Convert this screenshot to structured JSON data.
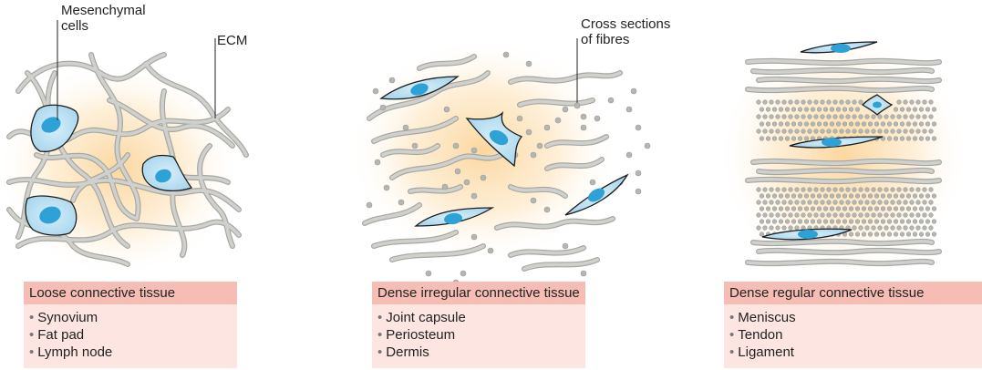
{
  "colors": {
    "fibre": "#c9cac6",
    "fibre_edge": "#9c9d98",
    "cell_fill": "#b8dff1",
    "cell_edge": "#1c1c1c",
    "nucleus": "#2ea1d6",
    "glow": "#fbd59a",
    "header_bg": "#f5bdb3",
    "list_bg": "#fde6e1"
  },
  "callouts": {
    "mesenchymal_cells": "Mesenchymal\ncells",
    "ecm": "ECM",
    "cross_sections": "Cross sections\nof fibres"
  },
  "panels": [
    {
      "title": "Loose connective tissue",
      "items": [
        "Synovium",
        "Fat pad",
        "Lymph node"
      ]
    },
    {
      "title": "Dense irregular connective tissue",
      "items": [
        "Joint capsule",
        "Periosteum",
        "Dermis"
      ]
    },
    {
      "title": "Dense regular connective tissue",
      "items": [
        "Meniscus",
        "Tendon",
        "Ligament"
      ]
    }
  ]
}
